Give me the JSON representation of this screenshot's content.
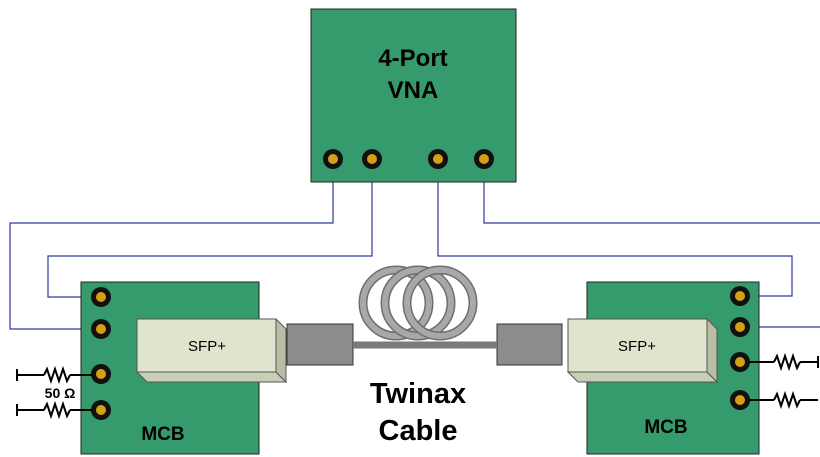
{
  "vna": {
    "title_line1": "4-Port",
    "title_line2": "VNA"
  },
  "left_board": {
    "label": "MCB",
    "module_label": "SFP+",
    "termination_label": "50 Ω"
  },
  "right_board": {
    "label": "MCB",
    "module_label": "SFP+"
  },
  "cable": {
    "label_line1": "Twinax",
    "label_line2": "Cable"
  },
  "colors": {
    "board_green": "#359B6C",
    "port_gold": "#D4A017",
    "wire_blue": "#2E3A9E",
    "module_fill": "#DFE5CC",
    "connector_gray": "#8C8C8C",
    "coil_gray": "#9A9A9A"
  }
}
